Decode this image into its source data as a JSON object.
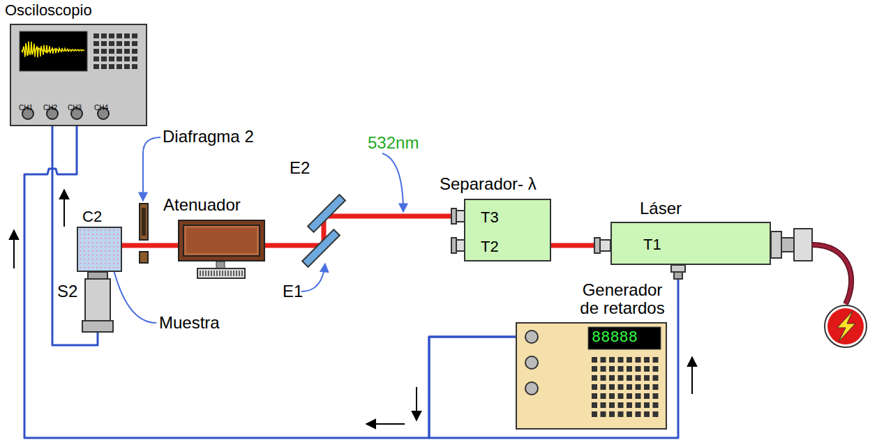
{
  "diagram": {
    "nodes": [
      {
        "text": [
          "Osciloscopio",
          "CH1",
          "CH2",
          "CH3",
          "CH4"
        ]
      },
      {
        "text": [
          "C2"
        ]
      },
      {
        "text": [
          "Atenuador"
        ]
      },
      {
        "text": [
          "Separador- λ",
          "T3",
          "T2"
        ]
      },
      {
        "text": [
          "Láser",
          "T1"
        ]
      },
      {
        "text": [
          "Generador de retardos"
        ]
      }
    ],
    "edges": [
      {
        "from": 4,
        "to": 3,
        "arrow": "none"
      },
      {
        "from": 3,
        "to": 2,
        "arrow": "none"
      },
      {
        "from": 2,
        "to": 1,
        "arrow": "none"
      },
      {
        "from": 5,
        "to": 4,
        "arrow": "none"
      },
      {
        "from": 5,
        "to": 0,
        "arrow": "none"
      },
      {
        "from": 1,
        "to": 0,
        "arrow": "none"
      }
    ],
    "labels": [
      "Diafragma 2",
      "532nm",
      "E2",
      "E1",
      "S2",
      "Muestra",
      "88888"
    ]
  }
}
